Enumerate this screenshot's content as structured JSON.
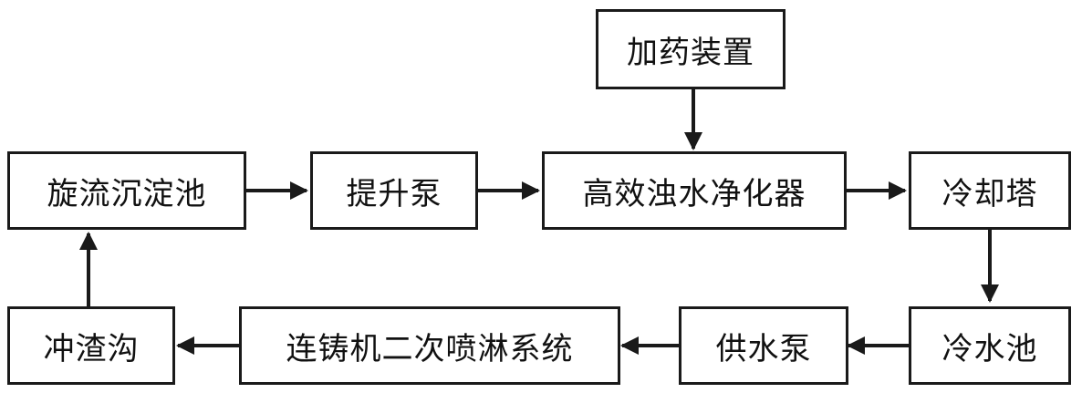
{
  "nodes": {
    "dosing_device": "加药装置",
    "cyclone_tank": "旋流沉淀池",
    "lift_pump": "提升泵",
    "purifier": "高效浊水净化器",
    "cooling_tower": "冷却塔",
    "slag_trench": "冲渣沟",
    "spray_system": "连铸机二次喷淋系统",
    "supply_pump": "供水泵",
    "cold_pool": "冷水池"
  },
  "edges": [
    {
      "from": "dosing_device",
      "to": "purifier"
    },
    {
      "from": "cyclone_tank",
      "to": "lift_pump"
    },
    {
      "from": "lift_pump",
      "to": "purifier"
    },
    {
      "from": "purifier",
      "to": "cooling_tower"
    },
    {
      "from": "cooling_tower",
      "to": "cold_pool"
    },
    {
      "from": "cold_pool",
      "to": "supply_pump"
    },
    {
      "from": "supply_pump",
      "to": "spray_system"
    },
    {
      "from": "spray_system",
      "to": "slag_trench"
    },
    {
      "from": "slag_trench",
      "to": "cyclone_tank"
    }
  ],
  "colors": {
    "stroke": "#1a1a1a",
    "text": "#111111"
  }
}
